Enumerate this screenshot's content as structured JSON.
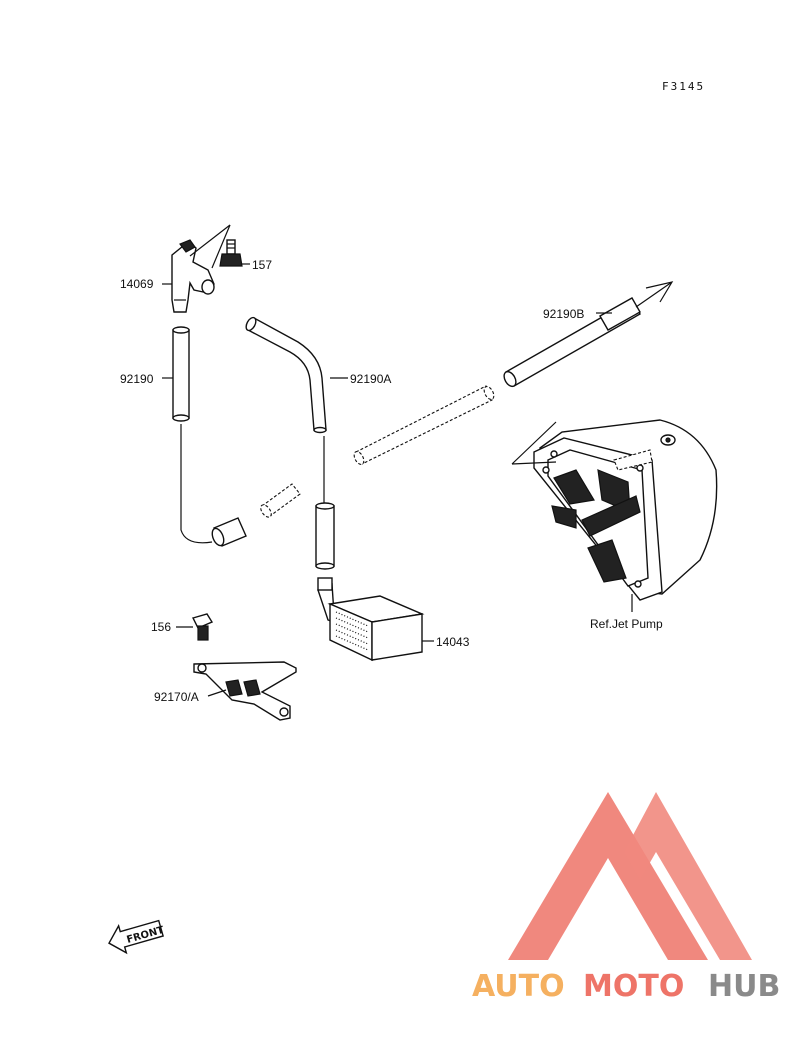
{
  "figure_code": "F3145",
  "labels": {
    "p14069": "14069",
    "p157": "157",
    "p92190": "92190",
    "p92190A": "92190A",
    "p92190B": "92190B",
    "p14043": "14043",
    "p156": "156",
    "p92170A": "92170/A",
    "ref_jet_pump": "Ref.Jet Pump"
  },
  "front_arrow": "FRONT",
  "watermark": {
    "part1": "AUTO",
    "part2": "MOTO",
    "part3": "HUB",
    "colors": {
      "orange": "#f5b060",
      "red": "#ee7468",
      "gray": "#8a8a8a"
    }
  }
}
